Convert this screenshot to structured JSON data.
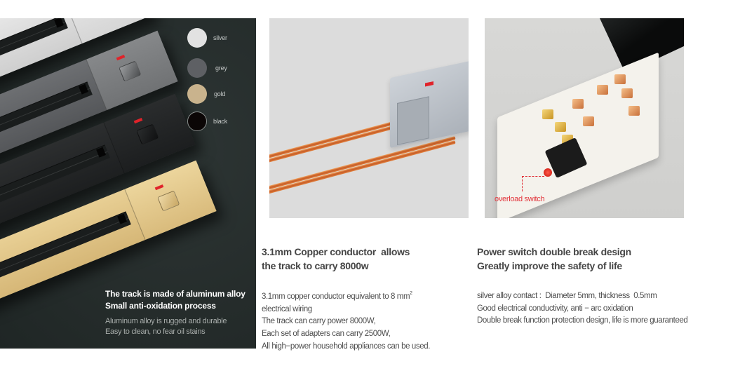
{
  "left_panel": {
    "swatches": [
      {
        "label": "silver",
        "color": "#e2e2e2"
      },
      {
        "label": "grey",
        "color": "#5e6064"
      },
      {
        "label": "gold",
        "color": "#c9b38d"
      },
      {
        "label": "black",
        "color": "#0b0606"
      }
    ],
    "heading": [
      "The track is made of aluminum alloy",
      "Small anti-oxidation process"
    ],
    "body": [
      "Aluminum alloy is rugged and durable",
      "Easy to clean, no fear oil stains"
    ]
  },
  "switch_image": {
    "callout_label": "overload switch",
    "callout_color": "#e2333a"
  },
  "copper_section": {
    "heading": [
      "3.1mm Copper conductor  allows",
      "the track to carry 8000w"
    ],
    "body": {
      "line1": "3.1mm copper conductor equivalent to 8 mm",
      "line1_sup": "2",
      "line2": "electrical wiring",
      "line3": "The track can carry power 8000W,",
      "line4": "Each set of adapters can carry 2500W,",
      "line5": "All high−power household appliances can be used."
    }
  },
  "switch_section": {
    "heading": [
      "Power switch double break design",
      "Greatly improve the safety of life"
    ],
    "body": [
      "silver alloy contact :  Diameter 5mm, thickness  0.5mm",
      "Good electrical conductivity, anti − arc oxidation",
      "Double break function protection design, life is more guaranteed"
    ]
  }
}
